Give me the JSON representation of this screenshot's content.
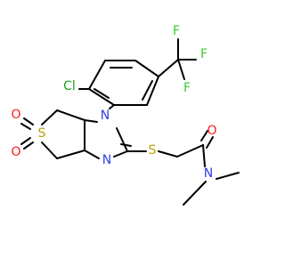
{
  "molecule": {
    "atoms": {
      "cl": {
        "text": "Cl",
        "color": "#1ea01e"
      },
      "f_top": {
        "text": "F",
        "color": "#33cc33"
      },
      "f_right": {
        "text": "F",
        "color": "#33cc33"
      },
      "f_bottom": {
        "text": "F",
        "color": "#33cc33"
      },
      "n_ring1": {
        "text": "N",
        "color": "#2f3fe8"
      },
      "n_ring2": {
        "text": "N",
        "color": "#2f3fe8"
      },
      "n_amide": {
        "text": "N",
        "color": "#2f3fe8"
      },
      "s_thioether": {
        "text": "S",
        "color": "#b7a400"
      },
      "s_sulfone": {
        "text": "S",
        "color": "#b7a400"
      },
      "o_sulfone_top": {
        "text": "O",
        "color": "#ff1a1a"
      },
      "o_sulfone_bottom": {
        "text": "O",
        "color": "#ff1a1a"
      },
      "o_carbonyl": {
        "text": "O",
        "color": "#ff1a1a"
      }
    }
  }
}
